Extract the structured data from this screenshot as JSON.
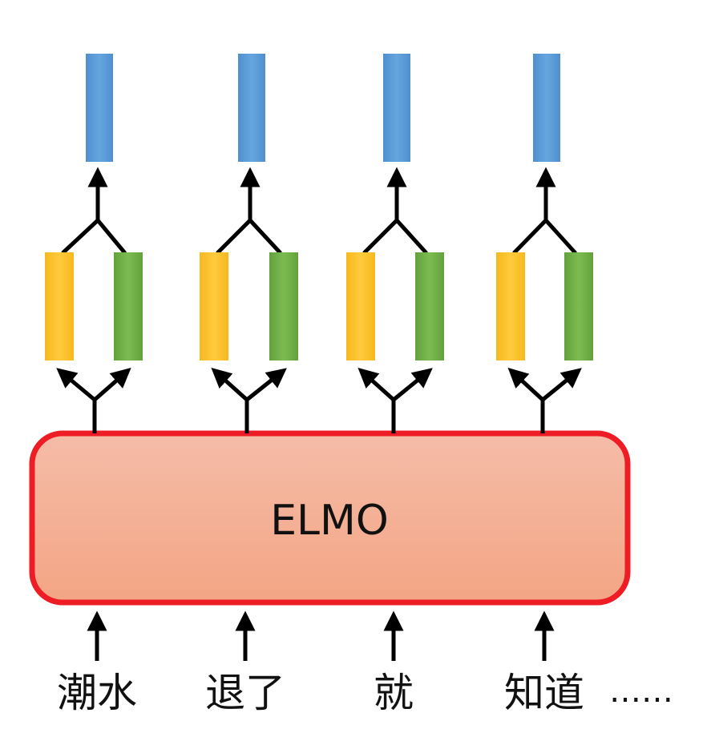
{
  "model": {
    "label": "ELMO",
    "box_fill_top": "#f5bca8",
    "box_fill_bottom": "#f3a584",
    "box_border": "#ee1c24"
  },
  "tokens": [
    "潮水",
    "退了",
    "就",
    "知道"
  ],
  "continuation": "……",
  "colors": {
    "output_vector": "#5b9bd5",
    "forward_vector": "#ffc12f",
    "backward_vector": "#70ad47",
    "arrow": "#000000"
  }
}
